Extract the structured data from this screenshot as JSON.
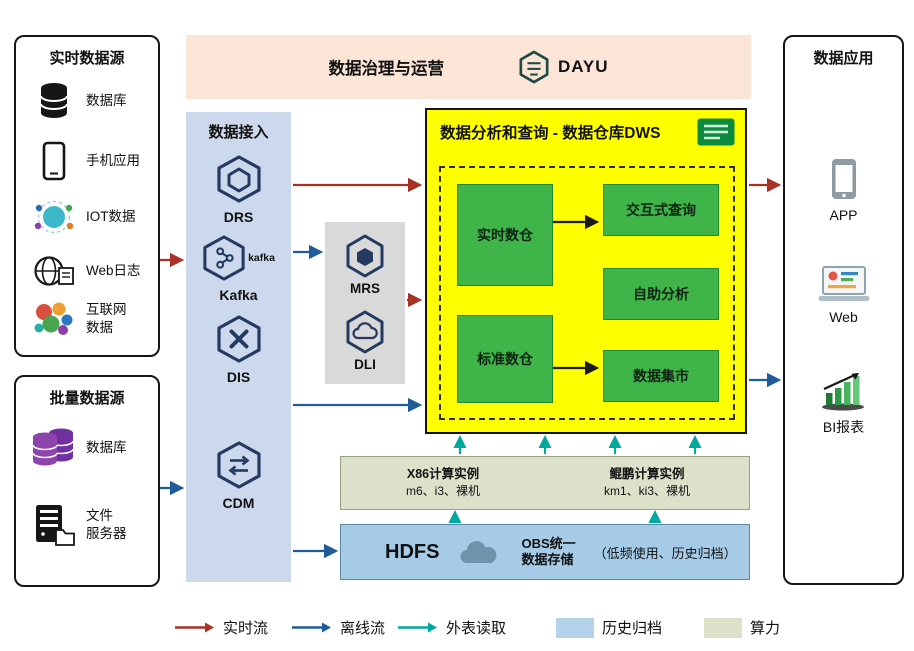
{
  "realtime_sources": {
    "title": "实时数据源",
    "items": [
      {
        "label": "数据库"
      },
      {
        "label": "手机应用"
      },
      {
        "label": "IOT数据"
      },
      {
        "label": "Web日志"
      },
      {
        "label": "互联网\n数据"
      }
    ]
  },
  "batch_sources": {
    "title": "批量数据源",
    "items": [
      {
        "label": "数据库"
      },
      {
        "label": "文件\n服务器"
      }
    ]
  },
  "governance": {
    "title": "数据治理与运营",
    "brand": "DAYU"
  },
  "data_access": {
    "title": "数据接入",
    "items": [
      {
        "label": "DRS"
      },
      {
        "label": "Kafka",
        "logo_text": "kafka"
      },
      {
        "label": "DIS"
      },
      {
        "label": "CDM"
      }
    ]
  },
  "processing": {
    "items": [
      {
        "label": "MRS"
      },
      {
        "label": "DLI"
      }
    ]
  },
  "dws": {
    "title": "数据分析和查询 - 数据仓库DWS",
    "left_blocks": [
      {
        "label": "实时数仓"
      },
      {
        "label": "标准数仓"
      }
    ],
    "right_blocks": [
      {
        "label": "交互式查询"
      },
      {
        "label": "自助分析"
      },
      {
        "label": "数据集市"
      }
    ]
  },
  "compute": {
    "x86_title": "X86计算实例",
    "x86_models": "m6、i3、裸机",
    "kunpeng_title": "鲲鹏计算实例",
    "kunpeng_models": "km1、ki3、裸机"
  },
  "storage": {
    "hdfs_label": "HDFS",
    "obs_title": "OBS统一\n数据存储",
    "obs_note": "（低频使用、历史归档）"
  },
  "data_apps": {
    "title": "数据应用",
    "items": [
      {
        "label": "APP"
      },
      {
        "label": "Web"
      },
      {
        "label": "BI报表"
      }
    ]
  },
  "legend": {
    "realtime": "实时流",
    "offline": "离线流",
    "external": "外表读取",
    "archive": "历史归档",
    "compute": "算力"
  },
  "colors": {
    "realtime_arrow": "#a93226",
    "offline_arrow": "#1f5c99",
    "external_arrow": "#00a99d",
    "archive_fill": "#b4d3ea",
    "compute_fill": "#dbe2c9",
    "dws_fill": "#ffff00",
    "block_green": "#3eb449"
  }
}
